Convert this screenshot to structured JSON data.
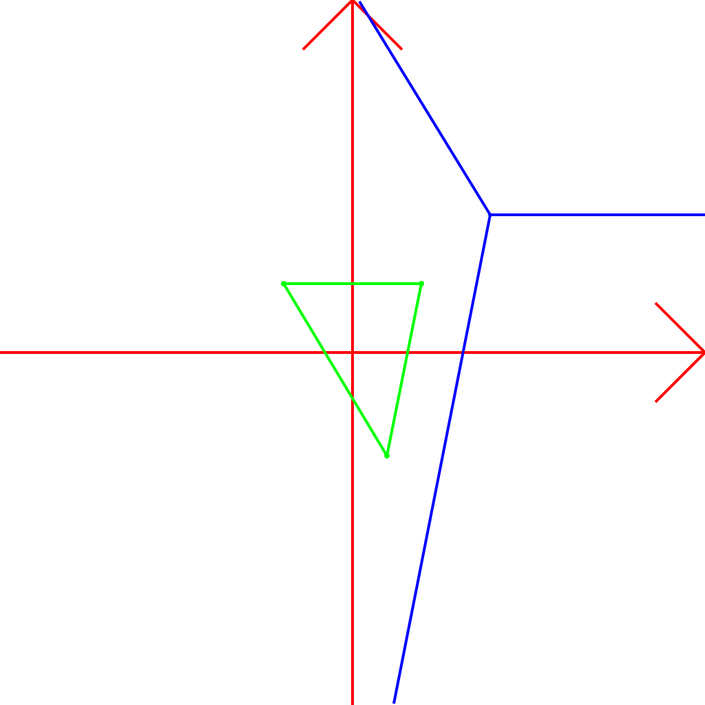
{
  "colors": {
    "background": "#ffffff",
    "axes": "#ff0000",
    "triangle": "#00ff00",
    "boundary": "#0000ff"
  },
  "coordinate_system": {
    "x_axis_arrow": true,
    "y_axis_arrow": true
  },
  "triangle": {
    "vertices": [
      {
        "x": -1,
        "y": 1
      },
      {
        "x": 1,
        "y": 1
      },
      {
        "x": 0.5,
        "y": -1.5
      }
    ]
  },
  "boundary_lines": {
    "junction": {
      "x": 2,
      "y": 2
    },
    "rays": [
      {
        "to": {
          "x": 0.1,
          "y": 5.1
        }
      },
      {
        "to": {
          "x": 5.2,
          "y": 2
        }
      },
      {
        "to": {
          "x": 0.6,
          "y": -5.1
        }
      }
    ]
  }
}
